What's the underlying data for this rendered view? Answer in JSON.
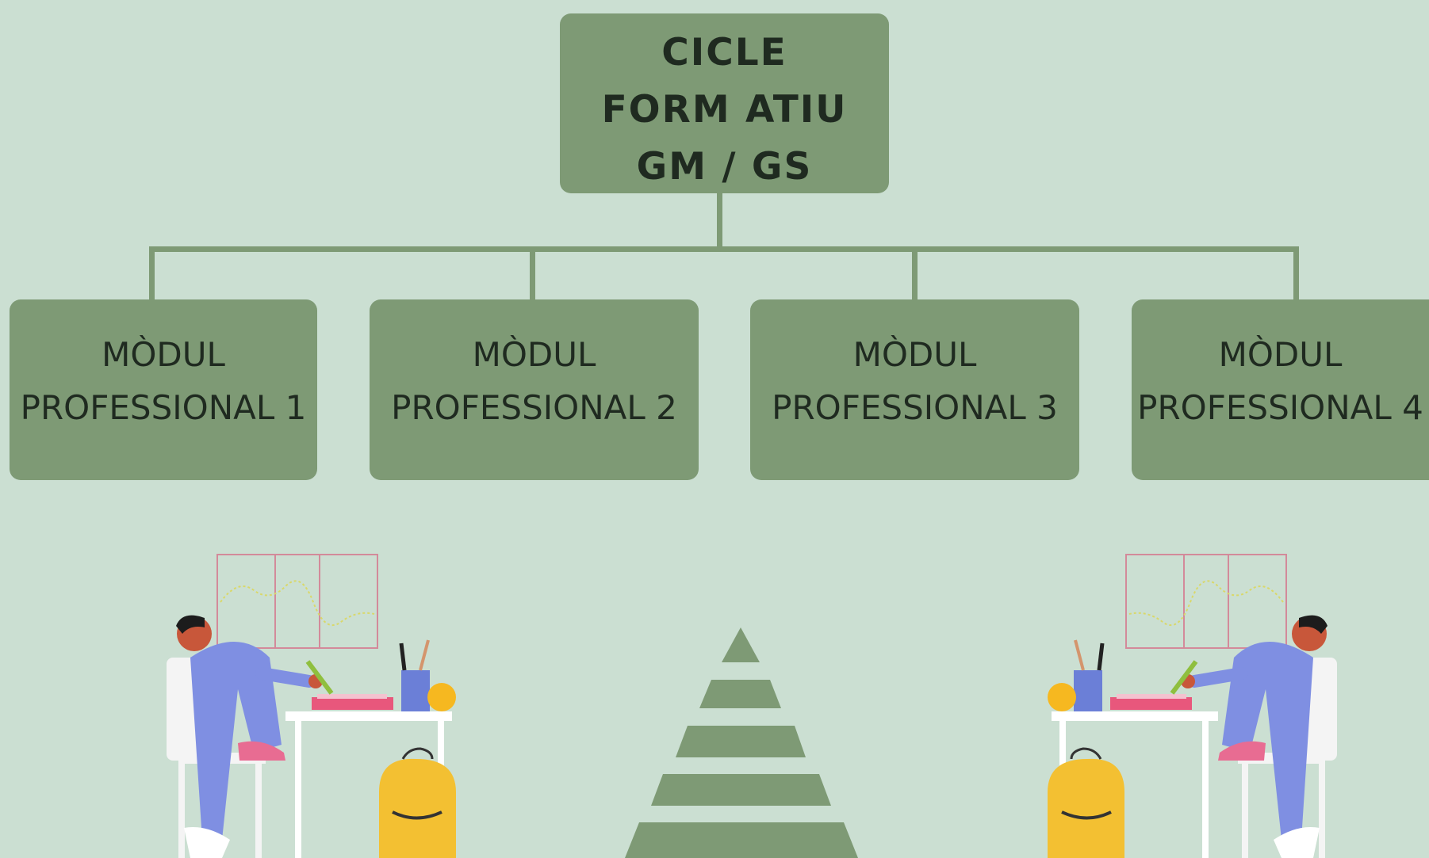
{
  "diagram": {
    "root": {
      "lines": [
        "CICLE",
        "FORM ATIU",
        "GM / GS"
      ]
    },
    "modules": [
      {
        "line1": "MÒDUL",
        "line2": "PROFESSIONAL 1"
      },
      {
        "line1": "MÒDUL",
        "line2": "PROFESSIONAL 2"
      },
      {
        "line1": "MÒDUL",
        "line2": "PROFESSIONAL 3"
      },
      {
        "line1": "MÒDUL",
        "line2": "PROFESSIONAL 4"
      }
    ]
  },
  "colors": {
    "background": "#cbdfd2",
    "box": "#7e9a75",
    "text": "#1f2a20"
  }
}
